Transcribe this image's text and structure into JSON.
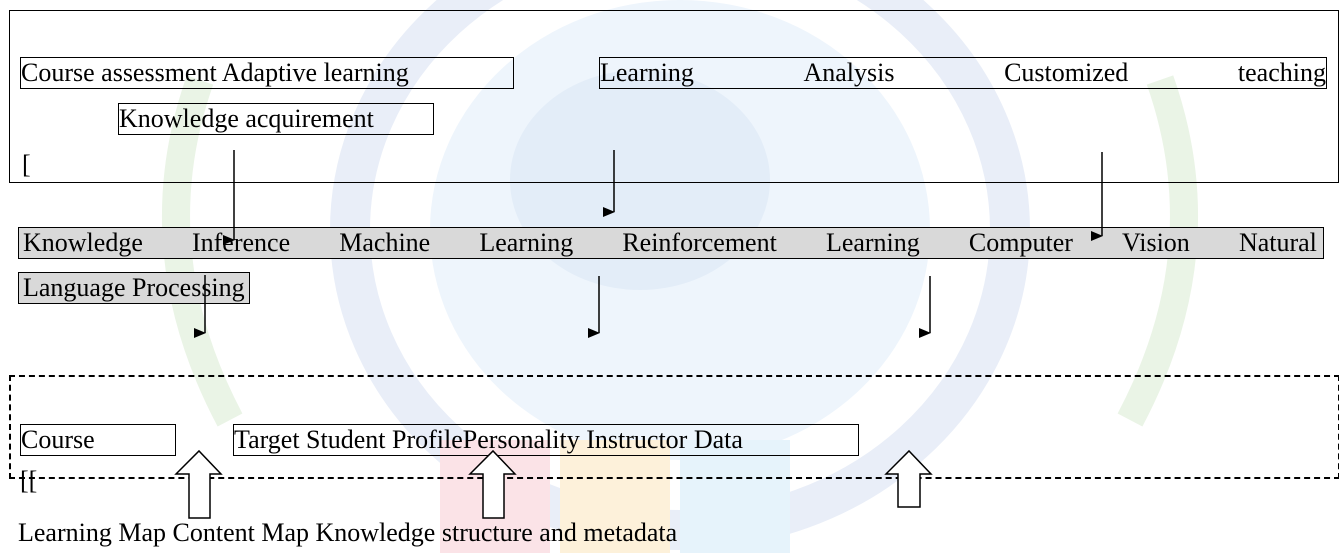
{
  "top_layer": {
    "box_a": "Course assessment Adaptive learning",
    "box_b_words": [
      "Learning",
      "Analysis",
      "Customized",
      "teaching"
    ],
    "box_c": "Knowledge acquirement",
    "bracket": "["
  },
  "middle_layer": {
    "words": [
      "Knowledge",
      "Inference",
      "Machine",
      "Learning",
      "Reinforcement",
      "Learning",
      "Computer",
      "Vision",
      "Natural"
    ],
    "line2": "Language Processing"
  },
  "lower_layer": {
    "box_a": "Course",
    "box_b": "Target  Student ProfilePersonality Instructor Data",
    "bracket": "[["
  },
  "bottom_layer": {
    "text": "Learning Map Content Map Knowledge structure and metadata"
  },
  "colors": {
    "gray_fill": "#d9d9d9",
    "line": "#000000"
  }
}
